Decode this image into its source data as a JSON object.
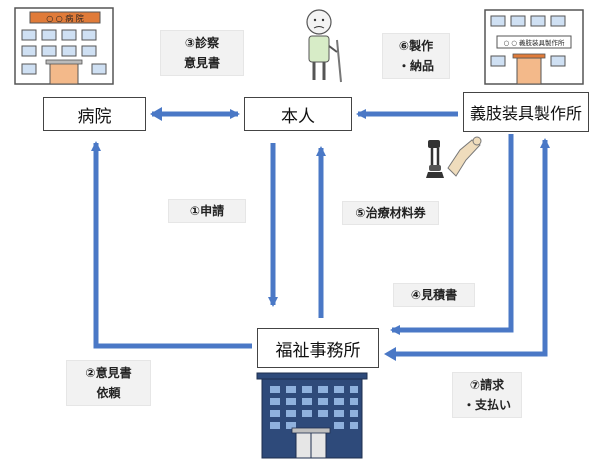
{
  "nodes": {
    "hospital": "病院",
    "patient": "本人",
    "maker": "義肢装具製作所",
    "office": "福祉事務所"
  },
  "steps": {
    "s1": "①申請",
    "s2_line1": "②意見書",
    "s2_line2": "依頼",
    "s3_line1": "③診察",
    "s3_line2": "意見書",
    "s4": "④見積書",
    "s5": "⑤治療材料券",
    "s6_line1": "⑥製作",
    "s6_line2": "・納品",
    "s7_line1": "⑦請求",
    "s7_line2": "・支払い"
  },
  "signs": {
    "hospital_sign": "○ ○ 病 院",
    "maker_sign": "○ ○ 義肢装具製作所"
  },
  "colors": {
    "arrow": "#4A78C6",
    "box_border": "#444444",
    "label_bg": "#F2F2F2",
    "building_roof": "#E07B39",
    "building_office": "#2E4A7A"
  }
}
